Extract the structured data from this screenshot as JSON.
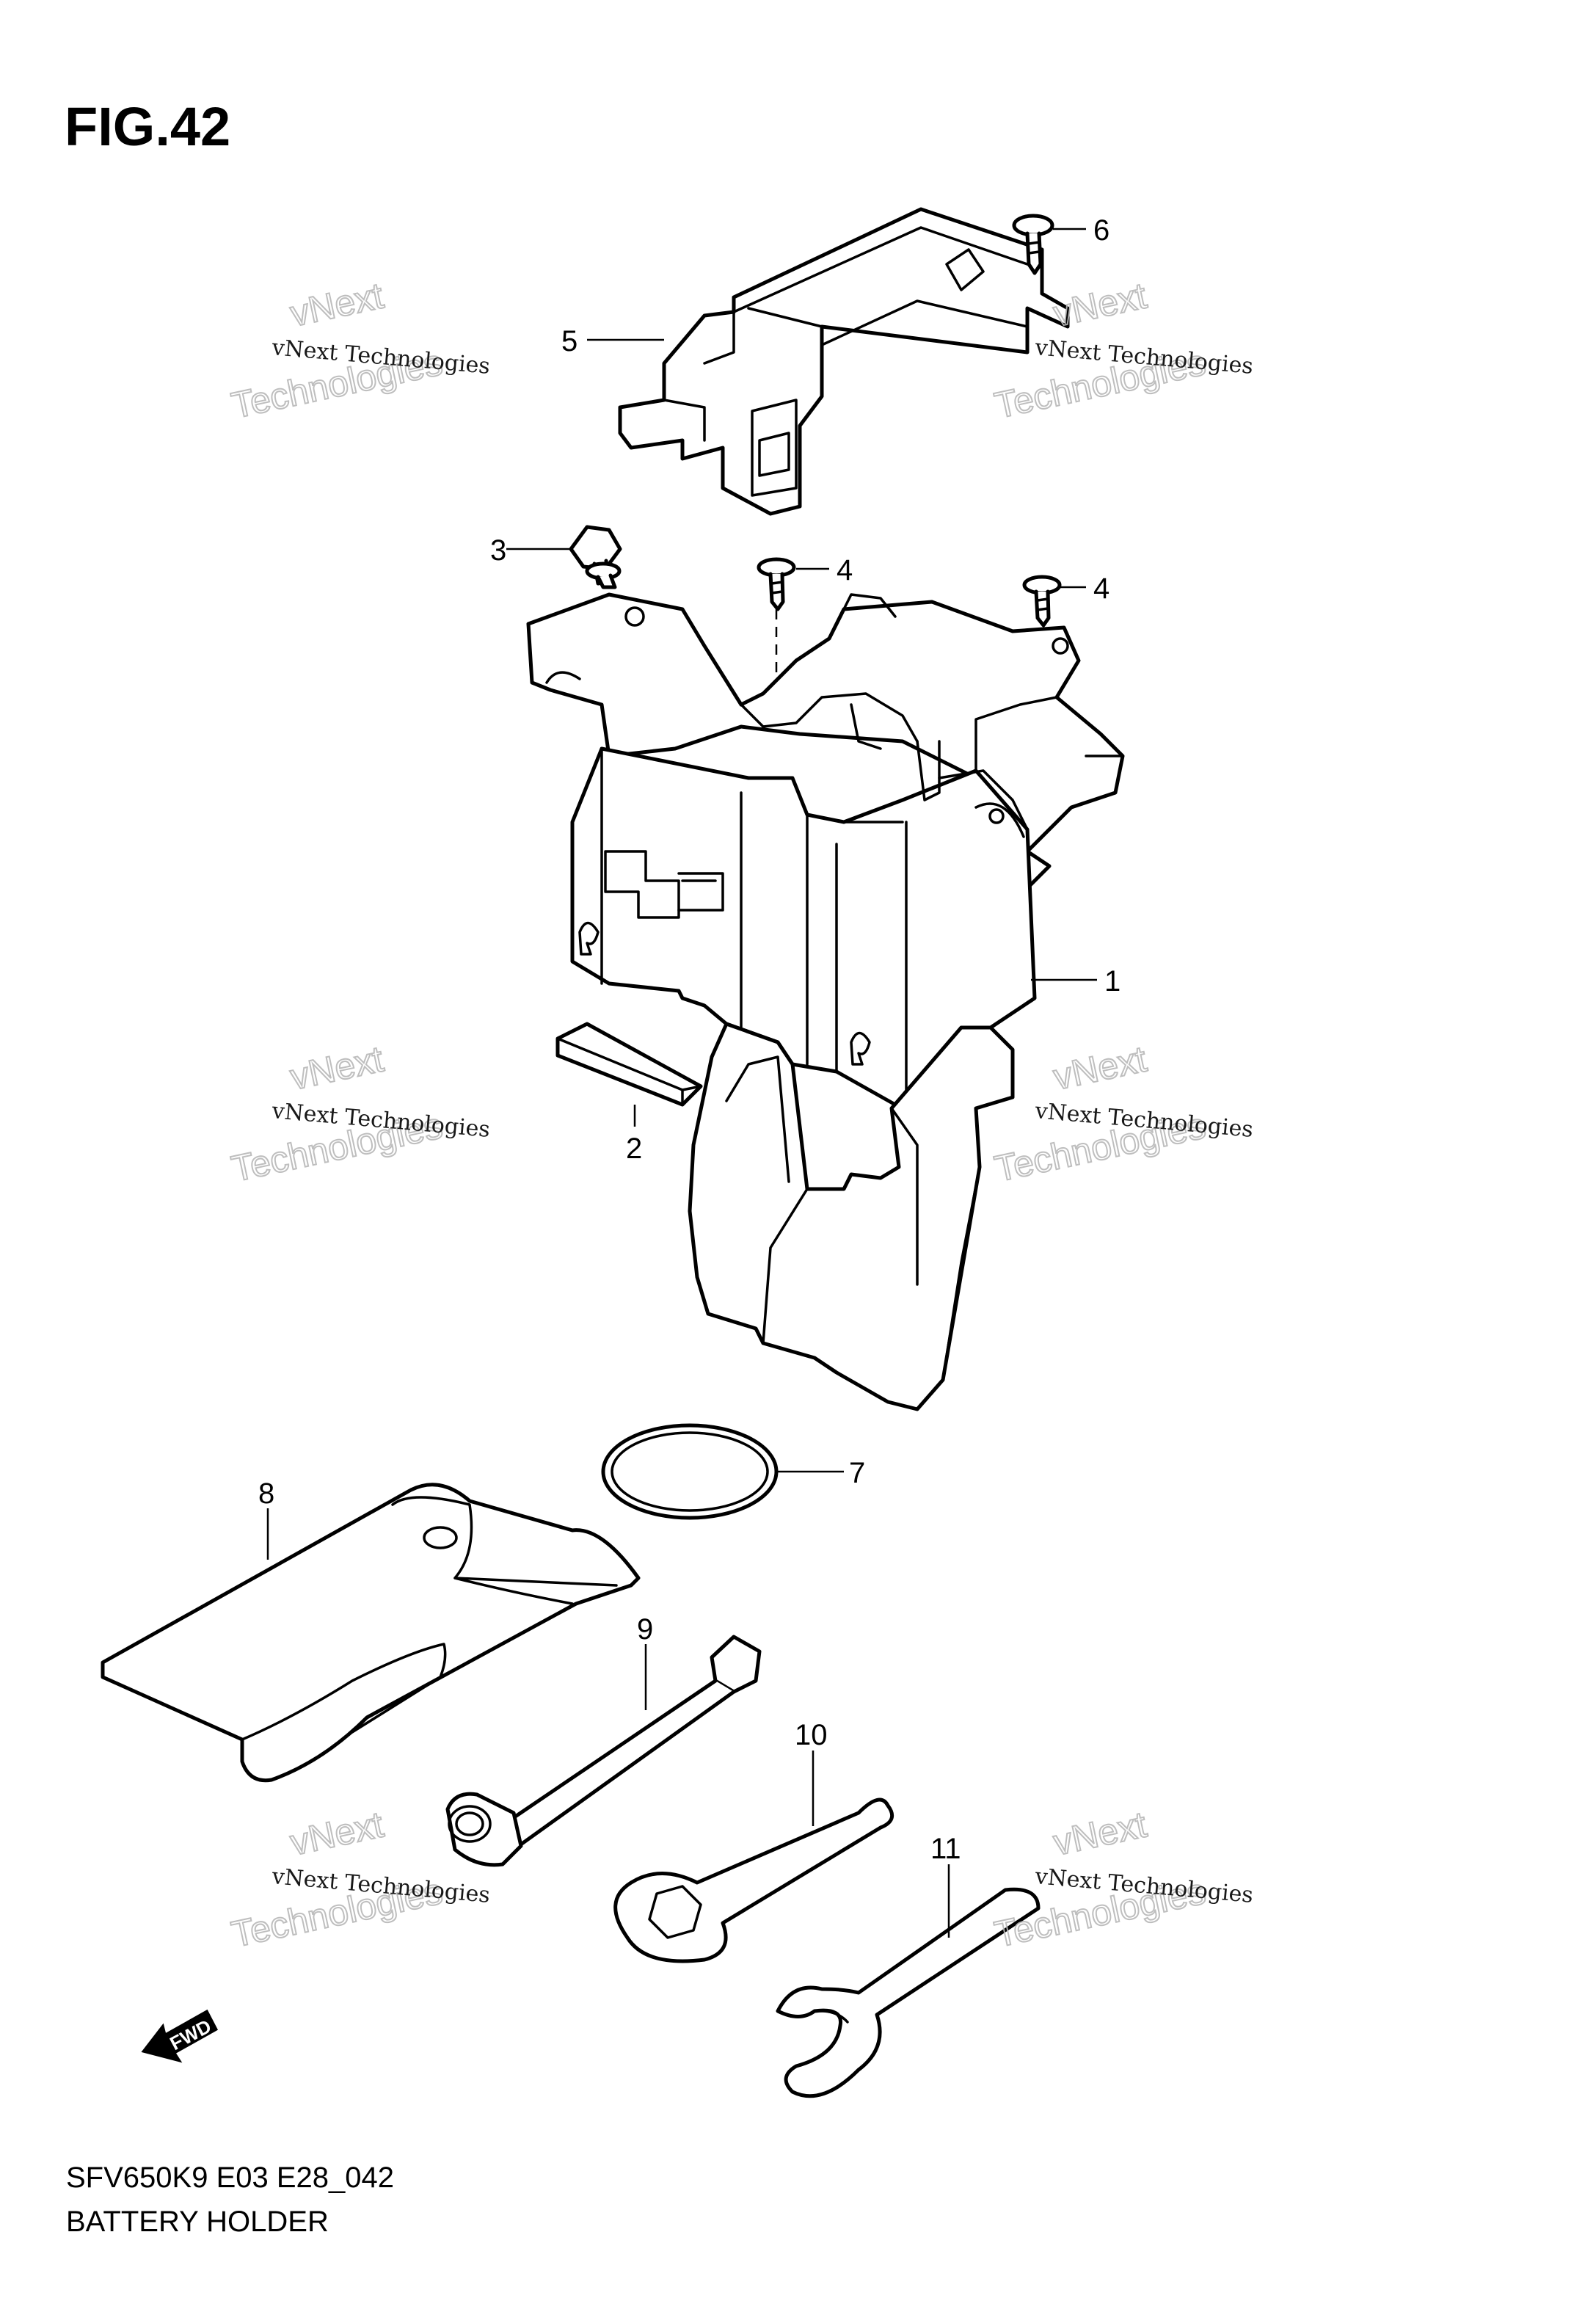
{
  "figure": {
    "title": "FIG.42",
    "code": "SFV650K9 E03 E28_042",
    "name": "BATTERY HOLDER"
  },
  "callouts": [
    "1",
    "2",
    "3",
    "4",
    "4",
    "5",
    "6",
    "7",
    "8",
    "9",
    "10",
    "11"
  ],
  "watermark": {
    "line1": "vNext Technologies",
    "big_words": [
      "vNext",
      "Technologies"
    ]
  },
  "fwd_label": "FWD"
}
